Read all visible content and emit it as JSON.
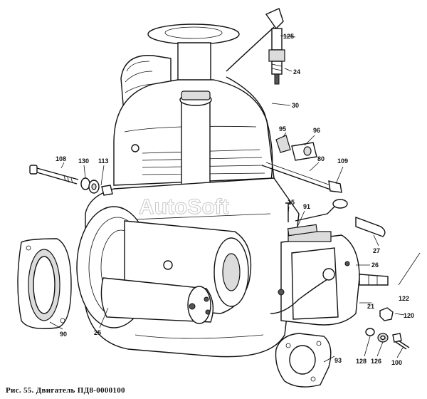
{
  "caption": "Рис. 55. Двигатель ПД8-0000100",
  "watermark": "AutoSoft",
  "callouts": [
    "125",
    "24",
    "30",
    "95",
    "96",
    "80",
    "109",
    "108",
    "130",
    "113",
    "15",
    "91",
    "27",
    "26",
    "21",
    "122",
    "120",
    "90",
    "25",
    "128",
    "126",
    "100",
    "93"
  ]
}
